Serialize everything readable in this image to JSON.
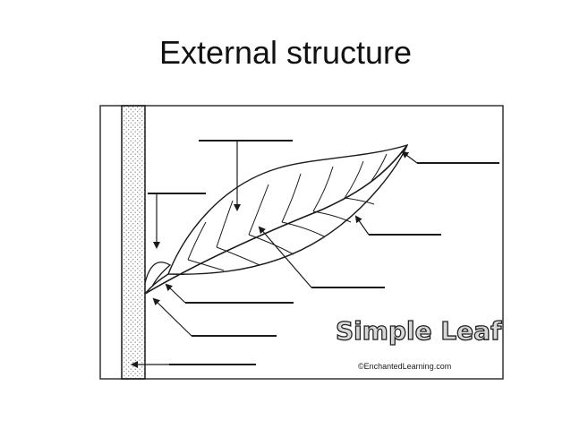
{
  "slide": {
    "title": "External structure"
  },
  "diagram": {
    "heading": "Simple Leaf",
    "credit": "©EnchantedLearning.com",
    "colors": {
      "ink": "#1a1a1a",
      "frame": "#333333",
      "stem_dots": "#8a8a8a",
      "heading_fill": "#d8d8d8",
      "heading_stroke": "#222222"
    }
  }
}
